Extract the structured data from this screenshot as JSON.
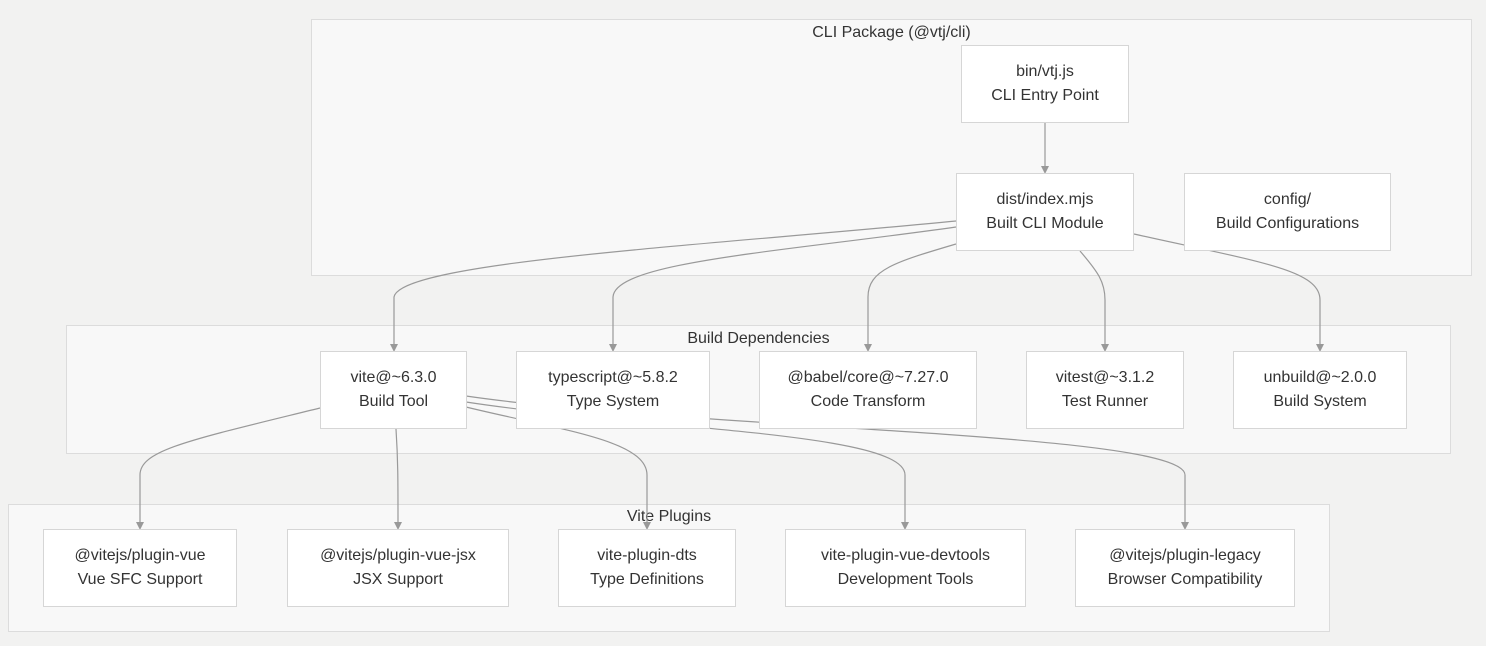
{
  "clusters": {
    "cli": {
      "title": "CLI Package (@vtj/cli)"
    },
    "build": {
      "title": "Build Dependencies"
    },
    "plugins": {
      "title": "Vite Plugins"
    }
  },
  "nodes": {
    "bin": {
      "line1": "bin/vtj.js",
      "line2": "CLI Entry Point"
    },
    "dist": {
      "line1": "dist/index.mjs",
      "line2": "Built CLI Module"
    },
    "config": {
      "line1": "config/",
      "line2": "Build Configurations"
    },
    "vite": {
      "line1": "vite@~6.3.0",
      "line2": "Build Tool"
    },
    "typescript": {
      "line1": "typescript@~5.8.2",
      "line2": "Type System"
    },
    "babel": {
      "line1": "@babel/core@~7.27.0",
      "line2": "Code Transform"
    },
    "vitest": {
      "line1": "vitest@~3.1.2",
      "line2": "Test Runner"
    },
    "unbuild": {
      "line1": "unbuild@~2.0.0",
      "line2": "Build System"
    },
    "plugin_vue": {
      "line1": "@vitejs/plugin-vue",
      "line2": "Vue SFC Support"
    },
    "plugin_vue_jsx": {
      "line1": "@vitejs/plugin-vue-jsx",
      "line2": "JSX Support"
    },
    "plugin_dts": {
      "line1": "vite-plugin-dts",
      "line2": "Type Definitions"
    },
    "plugin_devtools": {
      "line1": "vite-plugin-vue-devtools",
      "line2": "Development Tools"
    },
    "plugin_legacy": {
      "line1": "@vitejs/plugin-legacy",
      "line2": "Browser Compatibility"
    }
  }
}
